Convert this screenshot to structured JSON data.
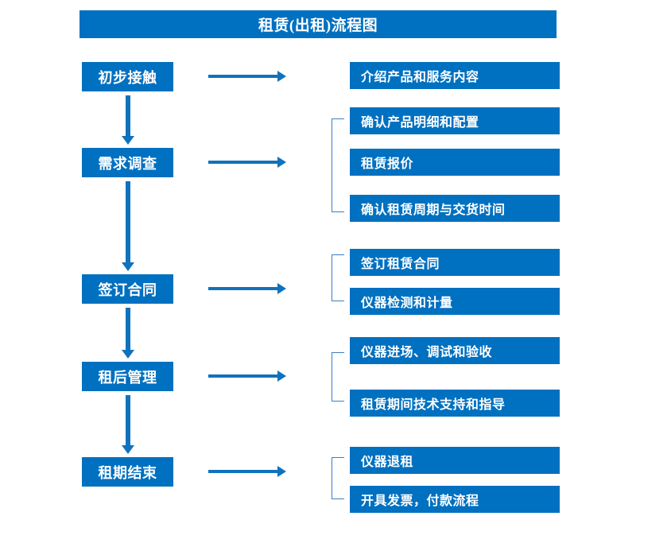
{
  "chart": {
    "title": "租赁(出租)流程图",
    "accent_color": "#0070C0",
    "arrow_color": "#1072BC",
    "bracket_color": "#3B7FC4",
    "text_color": "#FFFFFF",
    "background_color": "#FFFFFF"
  },
  "stages": [
    {
      "label": "初步接触"
    },
    {
      "label": "需求调查"
    },
    {
      "label": "签订合同"
    },
    {
      "label": "租后管理"
    },
    {
      "label": "租期结束"
    }
  ],
  "tasks": [
    {
      "label": "介绍产品和服务内容"
    },
    {
      "label": "确认产品明细和配置"
    },
    {
      "label": "租赁报价"
    },
    {
      "label": "确认租赁周期与交货时间"
    },
    {
      "label": "签订租赁合同"
    },
    {
      "label": "仪器检测和计量"
    },
    {
      "label": "仪器进场、调试和验收"
    },
    {
      "label": "租赁期间技术支持和指导"
    },
    {
      "label": "仪器退租"
    },
    {
      "label": "开具发票，付款流程"
    }
  ],
  "groups": [
    {
      "stage": "初步接触",
      "tasks": [
        "介绍产品和服务内容"
      ]
    },
    {
      "stage": "需求调查",
      "tasks": [
        "确认产品明细和配置",
        "租赁报价",
        "确认租赁周期与交货时间"
      ]
    },
    {
      "stage": "签订合同",
      "tasks": [
        "签订租赁合同",
        "仪器检测和计量"
      ]
    },
    {
      "stage": "租后管理",
      "tasks": [
        "仪器进场、调试和验收",
        "租赁期间技术支持和指导"
      ]
    },
    {
      "stage": "租期结束",
      "tasks": [
        "仪器退租",
        "开具发票，付款流程"
      ]
    }
  ]
}
